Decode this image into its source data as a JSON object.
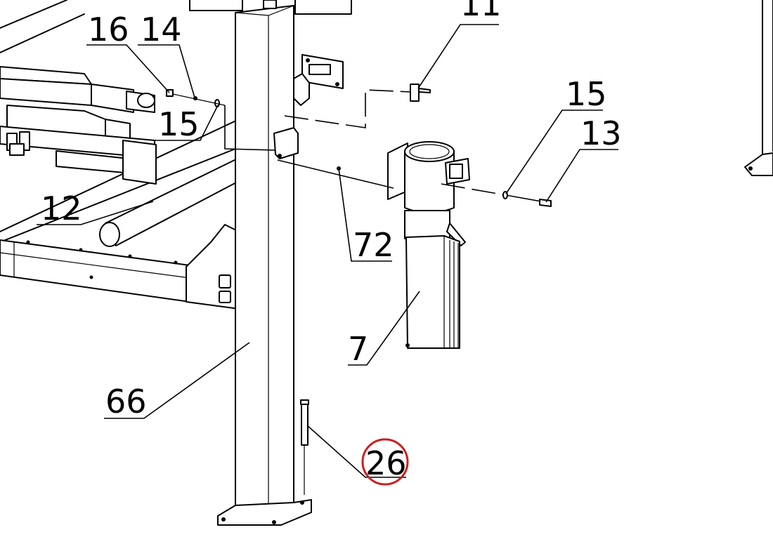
{
  "diagram": {
    "callouts": [
      {
        "id": "11",
        "label": "11"
      },
      {
        "id": "16",
        "label": "16"
      },
      {
        "id": "14",
        "label": "14"
      },
      {
        "id": "15a",
        "label": "15"
      },
      {
        "id": "15b",
        "label": "15"
      },
      {
        "id": "13",
        "label": "13"
      },
      {
        "id": "12",
        "label": "12"
      },
      {
        "id": "72",
        "label": "72"
      },
      {
        "id": "7",
        "label": "7"
      },
      {
        "id": "66",
        "label": "66"
      },
      {
        "id": "26",
        "label": "26",
        "highlighted": true
      }
    ],
    "highlight_color": "#cc1f1f"
  }
}
